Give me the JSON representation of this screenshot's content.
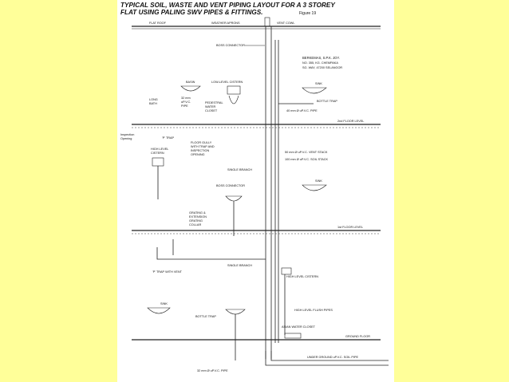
{
  "title": {
    "line1": "TYPICAL SOIL, WASTE AND VENT PIPING LAYOUT FOR A 3 STOREY",
    "line2": "FLAT USING PALING SWV PIPES & FITTINGS.",
    "figure": "Figure 19"
  },
  "labels": {
    "flat_roof": "FLAT ROOF",
    "weather_apron": "WEATHER APRONS",
    "vent_cowl": "VENT COWL",
    "boss_connector_top": "BOSS CONNECTOR",
    "address1": "BERKEMAS, S.P.K. JOY.",
    "address2": "NO. 355, KG. CHEMPAKA",
    "address3": "SG. WAY, 47200 SELANGOR",
    "basin": "BASIN",
    "low_level_cistern": "LOW-LEVEL CISTERN",
    "long_bath_1": "LONG",
    "long_bath_2": "BATH",
    "pvc32_1": "32 mm",
    "pvc32_2": "uP.V.C.",
    "pvc32_3": "PIPE",
    "pedestal_1": "PEDESTRAL",
    "pedestal_2": "WATER",
    "pedestal_3": "CLOSET",
    "sink_top": "SINK",
    "bottle_trap_top": "BOTTLE TRAP",
    "pvc40": "40 mm Ø uP.V.C. PIPE",
    "second_floor": "2nd FLOOR LEVEL",
    "inspection_1": "Inspection",
    "inspection_2": "Opening",
    "p_trap": "'P' TRAP",
    "floor_gully_1": "FLOOR GULLY",
    "floor_gully_2": "WITH TRAP AND",
    "floor_gully_3": "INSPECTION",
    "floor_gully_4": "OPENING",
    "high_level_cistern_1": "HIGH LEVEL",
    "high_level_cistern_2": "CISTERN",
    "vent_stack": "50 mm Ø uP.V.C. VENT STACK",
    "soil_stack": "100 mm Ø uP.V.C. SOIL STACK",
    "single_branch_top": "SINGLE BRANCH",
    "boss_connector_mid": "BOSS CONNECTOR",
    "sink_mid": "SINK",
    "grating_1": "GRATING &",
    "grating_2": "EXTENSION",
    "grating_3": "GRATING",
    "grating_4": "COLLAR",
    "first_floor": "1st FLOOR LEVEL",
    "single_branch_low": "SINGLE BRANCH",
    "p_trap_vent": "'P' TRAP WITH VENT",
    "high_level_cistern_low": "HIGH LEVEL CISTERN",
    "sink_low": "SINK",
    "bottle_trap_low": "BOTTLE TRAP",
    "high_level_flush": "HIGH LEVEL FLUSH PIPES",
    "asian_wc": "ASIAN WATER CLOSET",
    "ground_floor": "GROUND FLOOR",
    "underground": "UNDER GROUND uP.V.C. SOIL PIPE",
    "pvc32_bottom": "32 mm Ø uP.V.C. PIPE"
  }
}
